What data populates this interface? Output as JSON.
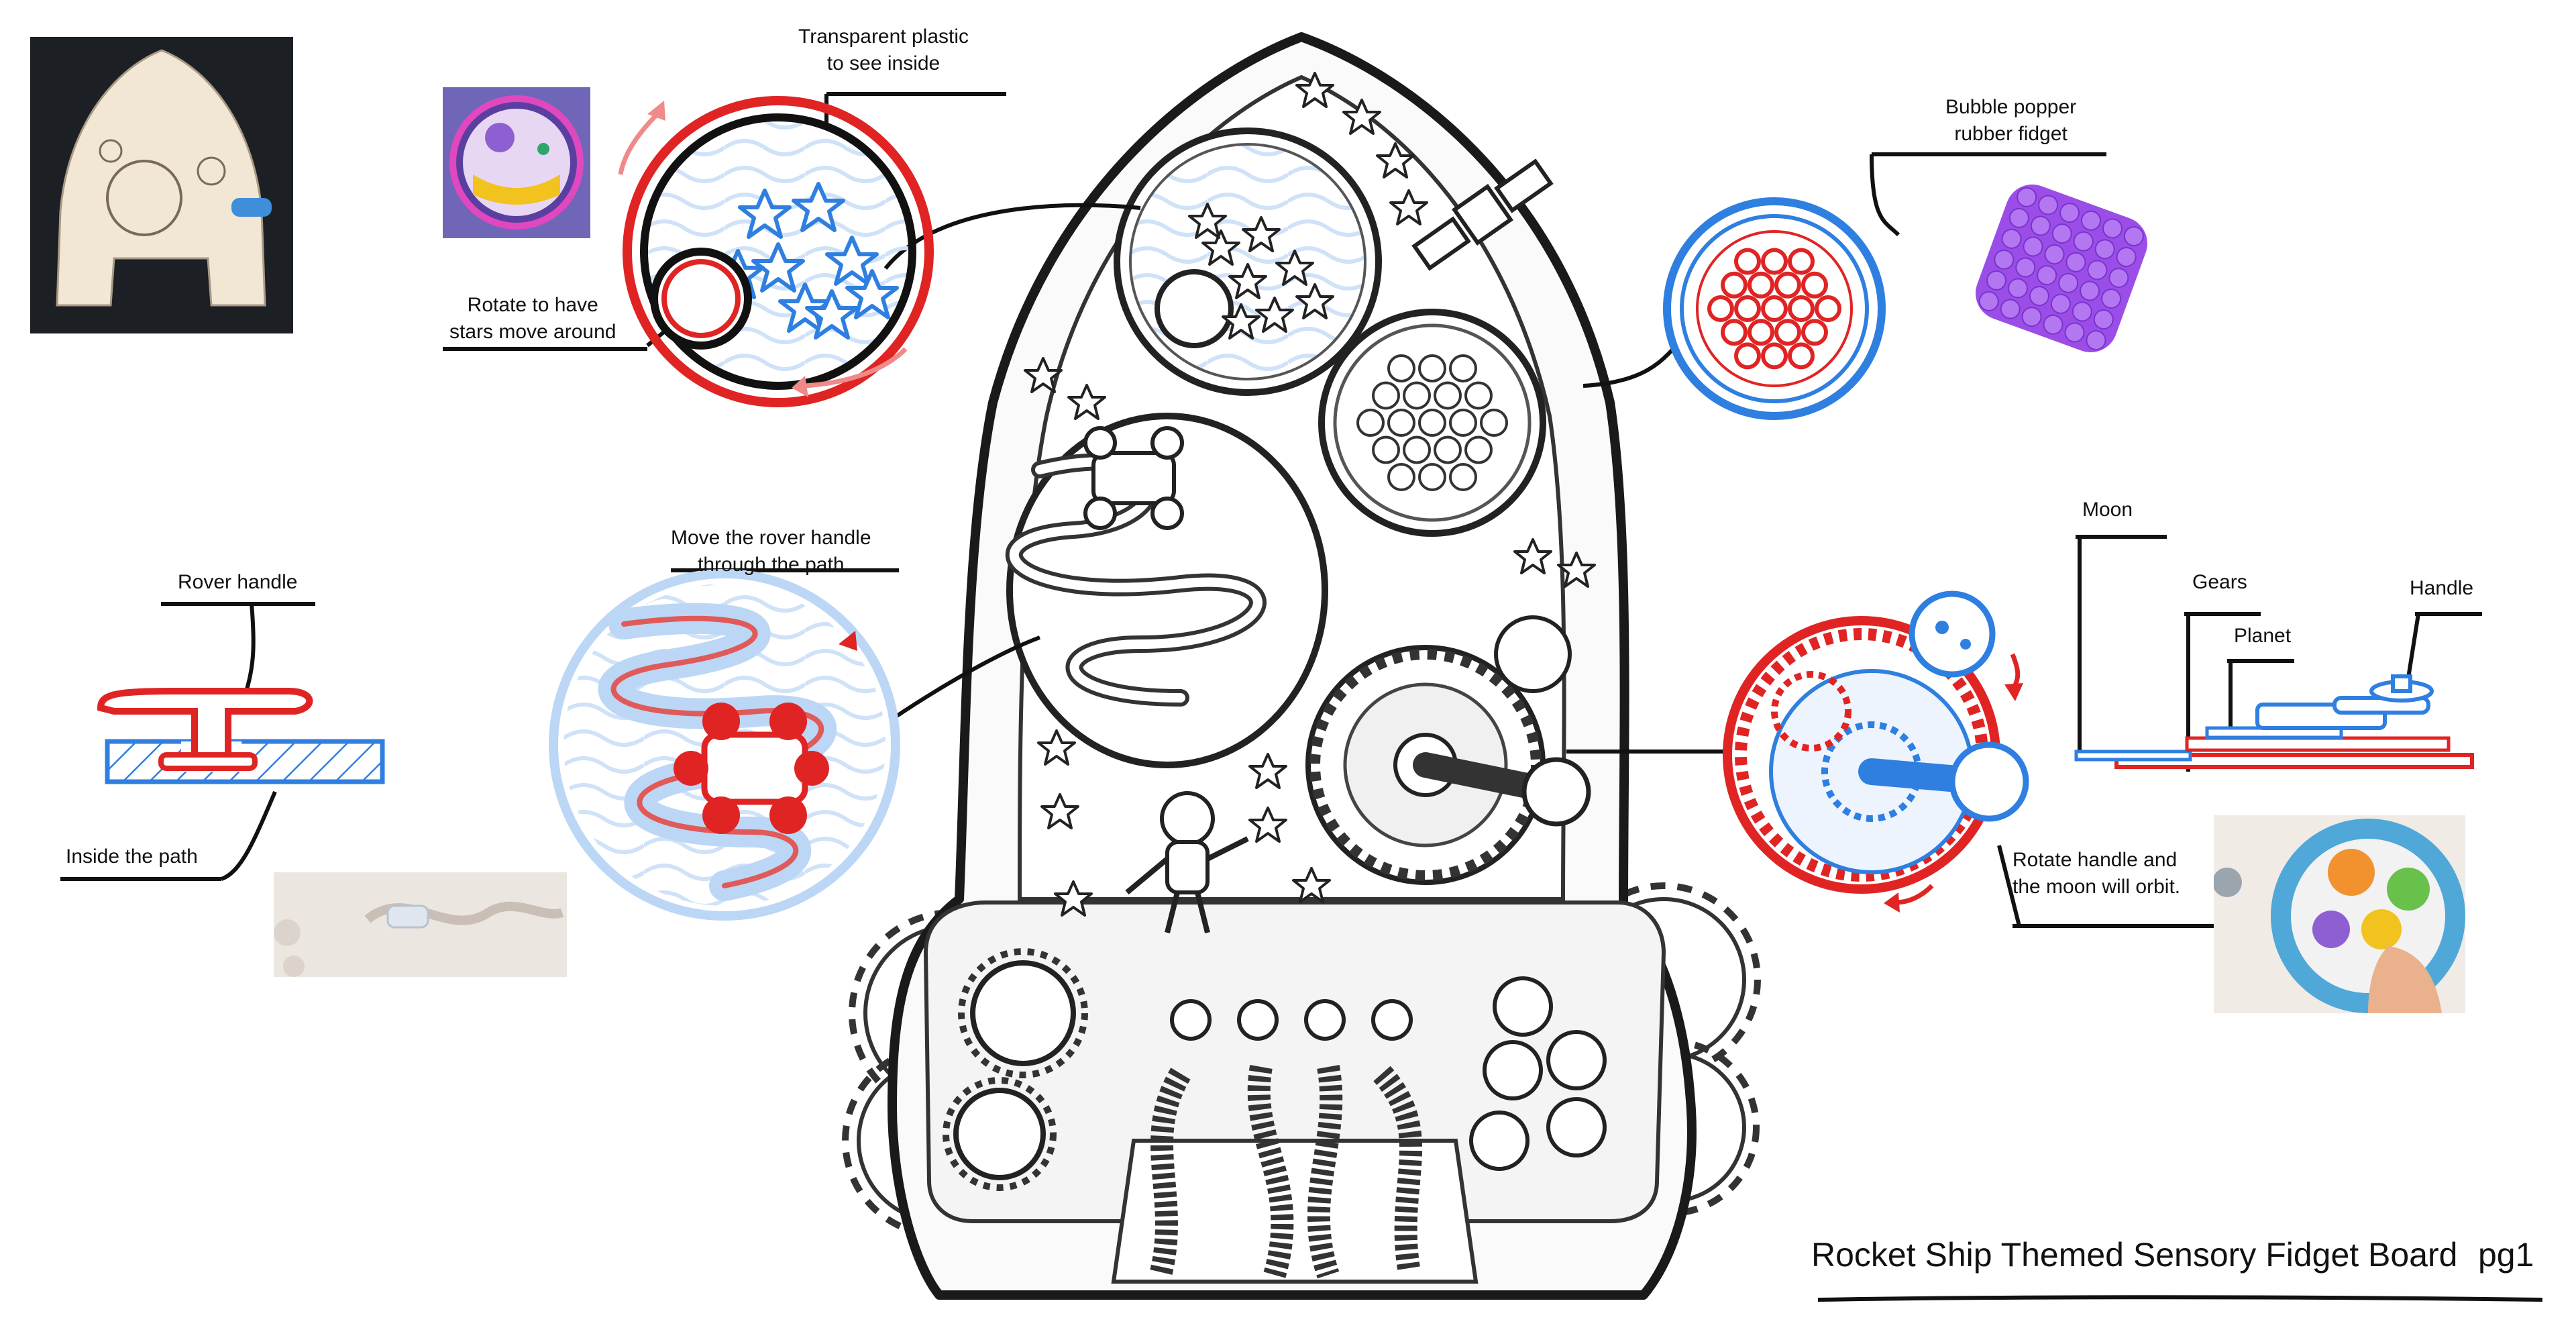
{
  "labels": {
    "transparent_plastic": [
      "Transparent plastic",
      "to see inside"
    ],
    "rotate_stars": [
      "Rotate to have",
      "stars move around"
    ],
    "bubble_popper": [
      "Bubble popper",
      "rubber fidget"
    ],
    "rover_handle": "Rover handle",
    "inside_path": "Inside the path",
    "move_rover": [
      "Move the rover handle",
      "through the path"
    ],
    "moon": "Moon",
    "gears": "Gears",
    "handle": "Handle",
    "planet": "Planet",
    "rotate_handle": [
      "Rotate handle and",
      "the moon will orbit."
    ]
  },
  "footer": {
    "title": "Rocket Ship Themed Sensory Fidget Board",
    "page": "pg1"
  },
  "colors": {
    "sketch_red": "#e02424",
    "sketch_blue": "#2f7fe0",
    "light_blue": "#bcd7f5",
    "popit_purple": "#9b4de8",
    "ink": "#1a1a1a"
  }
}
